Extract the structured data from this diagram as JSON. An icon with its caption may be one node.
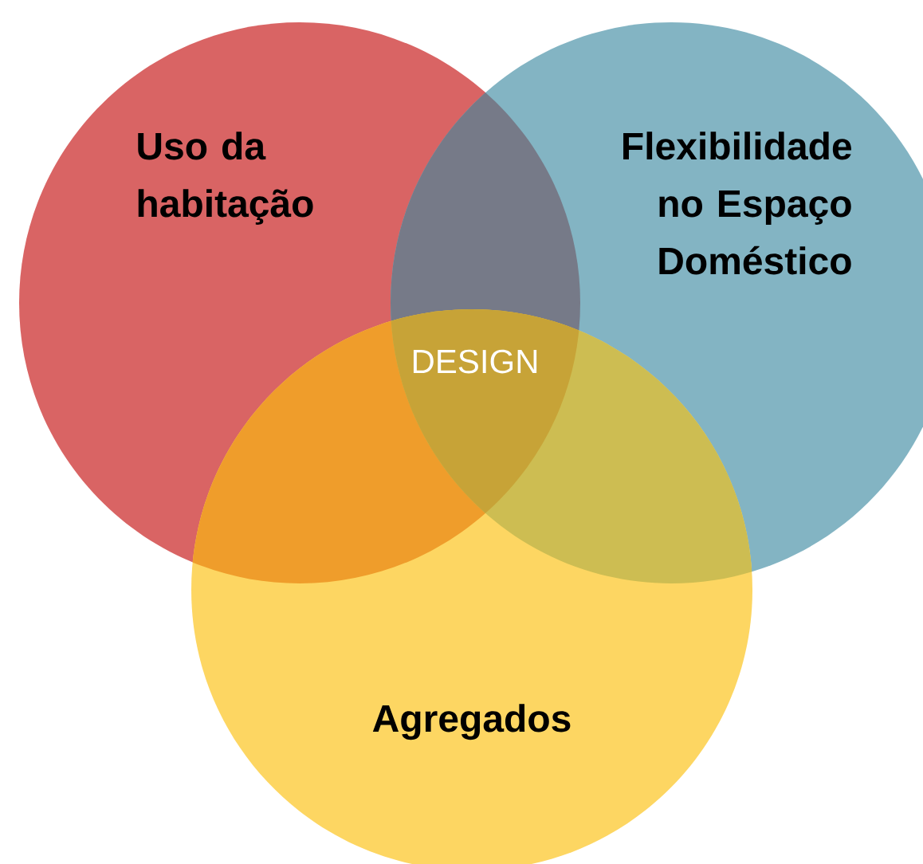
{
  "diagram": {
    "nodes": [
      {
        "text": [
          "Uso da habitação"
        ]
      },
      {
        "text": [
          "Flexibilidade no Espaço Doméstico"
        ]
      },
      {
        "text": [
          "Agregados"
        ]
      }
    ],
    "labels": [
      "DESIGN"
    ]
  }
}
